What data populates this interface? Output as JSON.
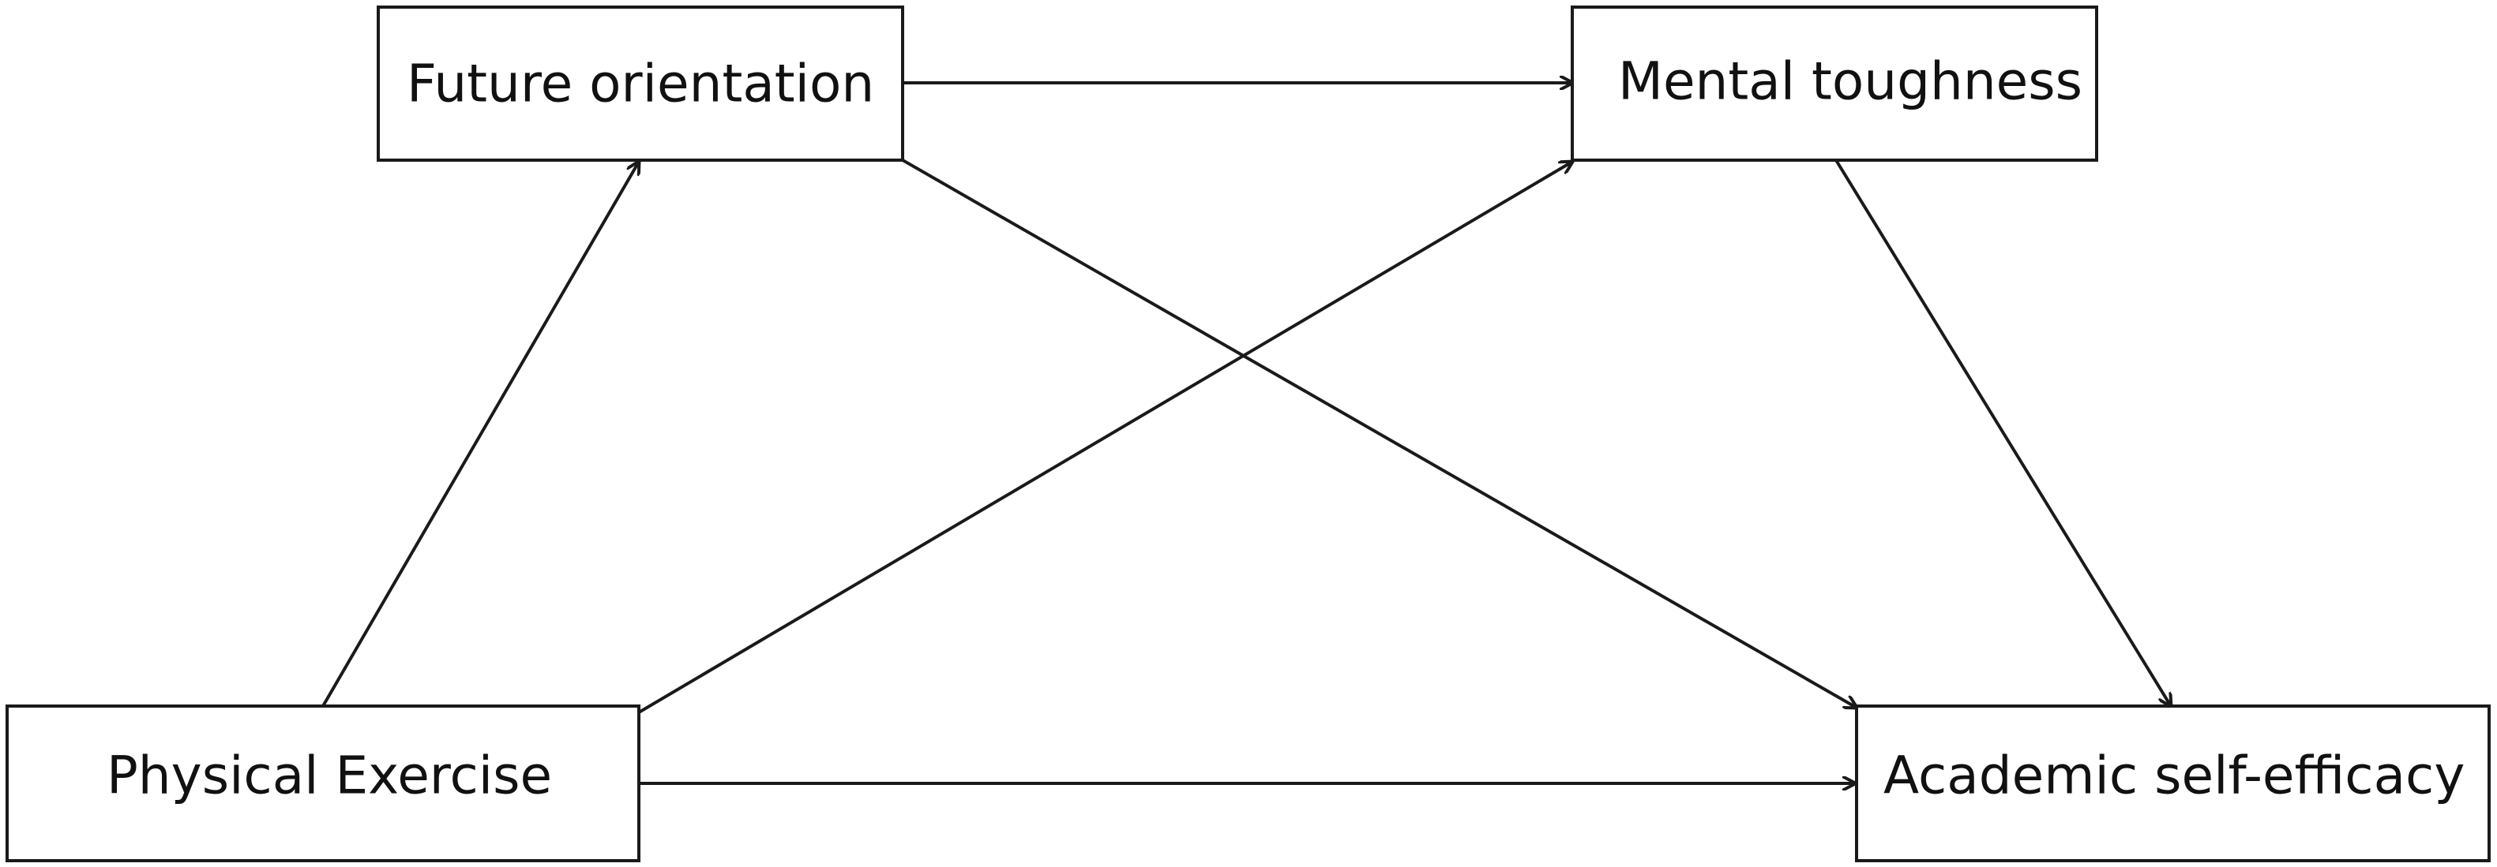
{
  "diagram": {
    "nodes": {
      "physical_exercise": {
        "label": "Physical Exercise"
      },
      "future_orientation": {
        "label": "Future orientation"
      },
      "mental_toughness": {
        "label": "Mental toughness"
      },
      "academic_self_efficacy": {
        "label": "Academic self-efficacy"
      }
    },
    "edges": [
      {
        "from": "physical_exercise",
        "to": "future_orientation"
      },
      {
        "from": "physical_exercise",
        "to": "mental_toughness"
      },
      {
        "from": "physical_exercise",
        "to": "academic_self_efficacy"
      },
      {
        "from": "future_orientation",
        "to": "mental_toughness"
      },
      {
        "from": "future_orientation",
        "to": "academic_self_efficacy"
      },
      {
        "from": "mental_toughness",
        "to": "academic_self_efficacy"
      }
    ],
    "colors": {
      "stroke": "#1a1a1a",
      "text": "#111111",
      "background": "#ffffff"
    }
  }
}
